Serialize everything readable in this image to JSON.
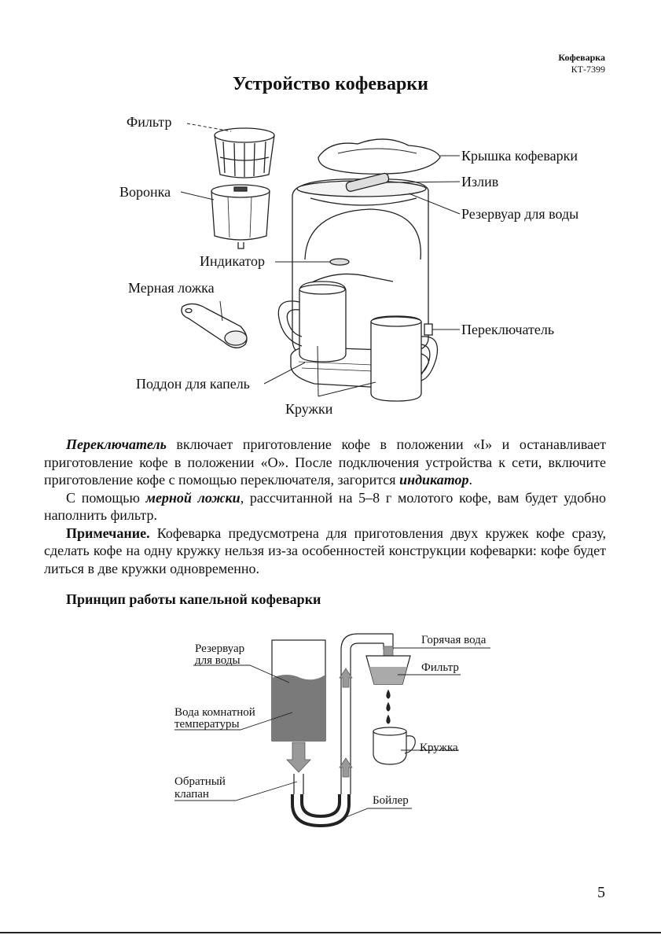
{
  "header": {
    "product": "Кофеварка",
    "model": "КТ-7399"
  },
  "title": "Устройство кофеварки",
  "diagram1": {
    "labels": {
      "filter": "Фильтр",
      "funnel": "Воронка",
      "indicator": "Индикатор",
      "spoon": "Мерная ложка",
      "drip_tray": "Поддон для капель",
      "mugs": "Кружки",
      "lid": "Крышка кофеварки",
      "spout": "Излив",
      "reservoir": "Резервуар для воды",
      "switch": "Переключатель"
    }
  },
  "text": {
    "p1_term": "Переключатель",
    "p1_a": " включает приготовление кофе в положении «I» и останавливает приготовление кофе в положении «О». После подключения устройства к сети, включите приготовление кофе с помощью переключателя, загорится ",
    "p1_term2": "индикатор",
    "p1_end": ".",
    "p2_a": "С помощью ",
    "p2_term": "мерной ложки",
    "p2_b": ", рассчитанной на 5–8 г молотого кофе, вам будет удобно наполнить фильтр.",
    "p3_term": "Примечание.",
    "p3_b": " Кофеварка предусмотрена для приготовления двух кружек кофе сразу, сделать кофе на одну кружку нельзя из-за особенностей конструкции кофеварки: кофе будет литься в две кружки одновременно."
  },
  "subtitle": "Принцип работы капельной кофеварки",
  "diagram2": {
    "labels": {
      "reservoir_1": "Резервуар",
      "reservoir_2": "для воды",
      "room_water_1": "Вода комнатной",
      "room_water_2": "температуры",
      "check_valve_1": "Обратный",
      "check_valve_2": "клапан",
      "hot_water": "Горячая вода",
      "filter": "Фильтр",
      "mug": "Кружка",
      "boiler": "Бойлер"
    }
  },
  "page_number": "5"
}
